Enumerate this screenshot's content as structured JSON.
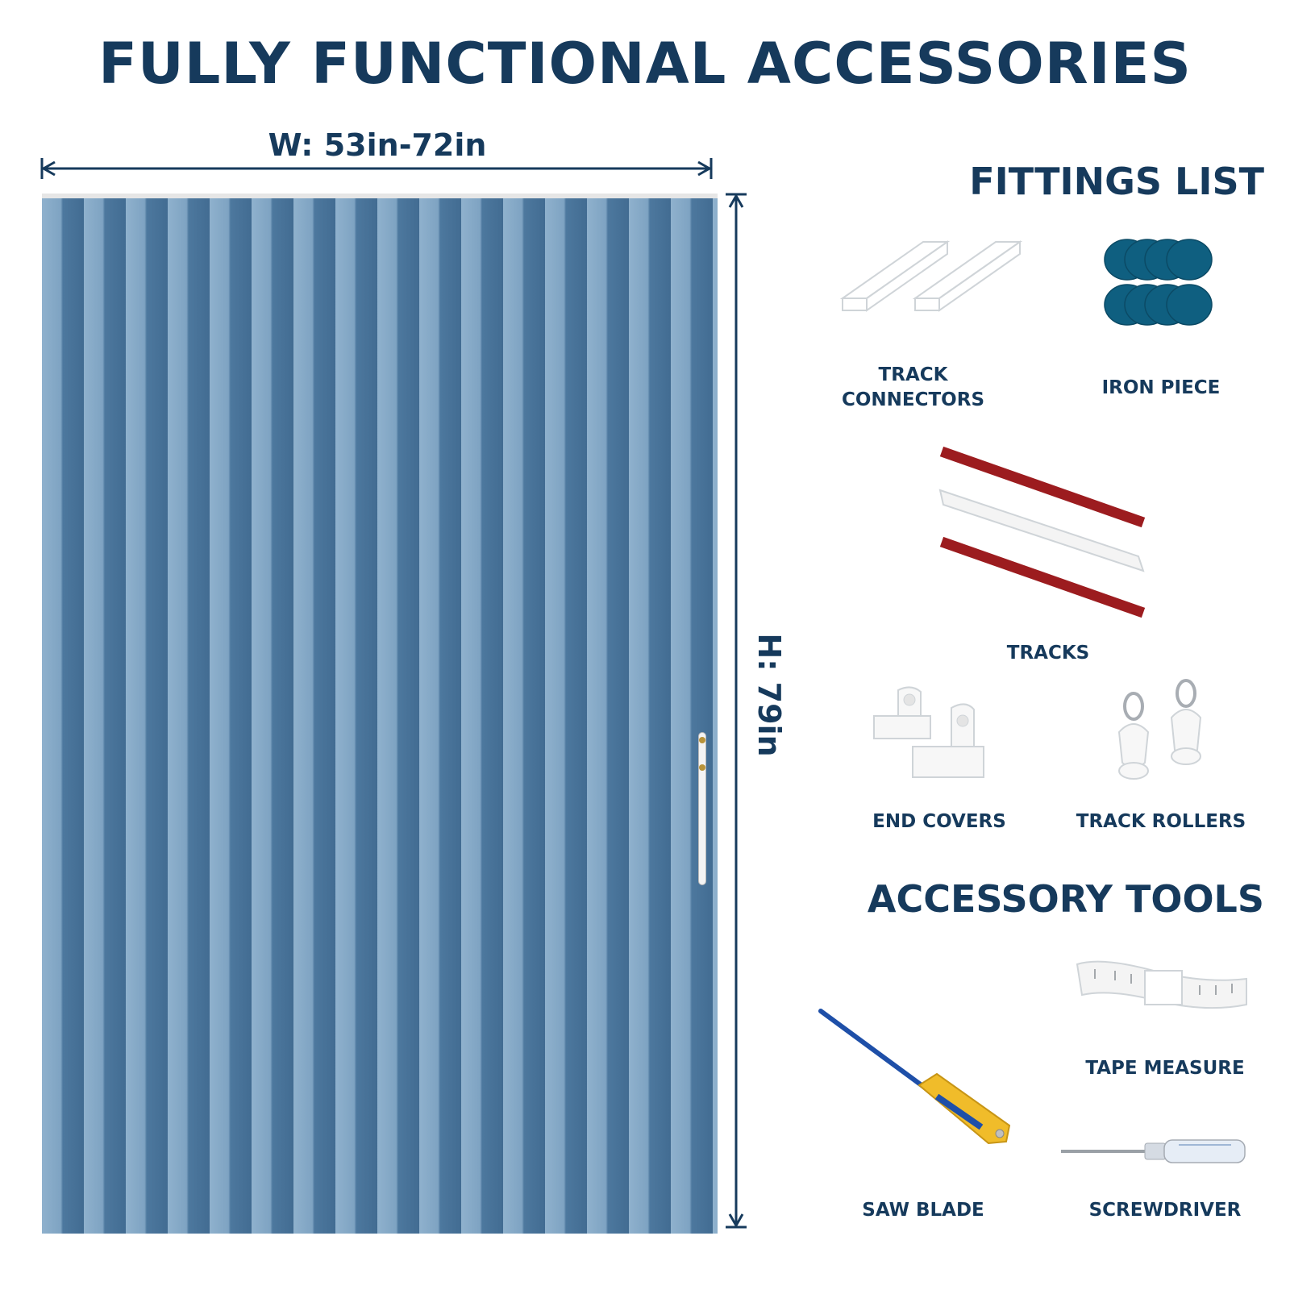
{
  "title": "FULLY FUNCTIONAL ACCESSORIES",
  "dimensions": {
    "width": "W: 53in-72in",
    "height": "H: 79in"
  },
  "fittings": {
    "heading": "FITTINGS LIST",
    "items": {
      "track_connectors": "TRACK\nCONNECTORS",
      "iron_piece": "IRON PIECE",
      "tracks": "TRACKS",
      "end_covers": "END COVERS",
      "track_rollers": "TRACK ROLLERS"
    }
  },
  "tools": {
    "heading": "ACCESSORY TOOLS",
    "items": {
      "tape_measure": "TAPE MEASURE",
      "saw_blade": "SAW BLADE",
      "screwdriver": "SCREWDRIVER"
    }
  },
  "colors": {
    "navy": "#163a5c",
    "curtain_dark": "#4f7aa0",
    "curtain_light": "#8fb1cd",
    "track_red": "#9c1c1f",
    "iron_teal": "#0f5f80"
  }
}
